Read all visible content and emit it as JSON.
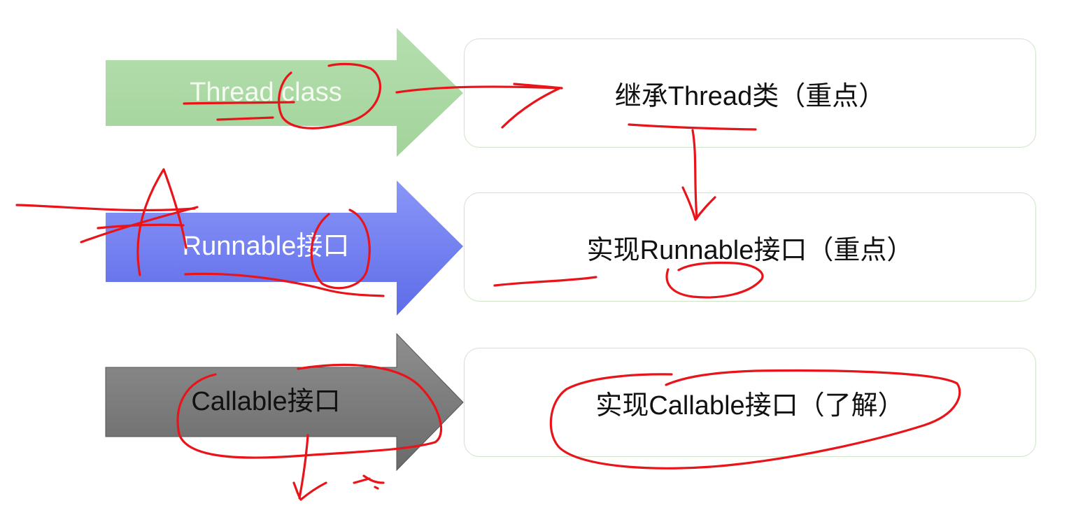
{
  "arrows": [
    {
      "label": "Thread class",
      "color": "#a9d8a2"
    },
    {
      "label": "Runnable接口",
      "color": "#6e7cf0"
    },
    {
      "label": "Callable接口",
      "color": "#7d7d7d"
    }
  ],
  "boxes": [
    {
      "text": "继承Thread类（重点）"
    },
    {
      "text": "实现Runnable接口（重点）"
    },
    {
      "text": "实现Callable接口（了解）"
    }
  ],
  "colors": {
    "box_border": "#cfe4c6",
    "annotation_ink": "#e8141a"
  }
}
